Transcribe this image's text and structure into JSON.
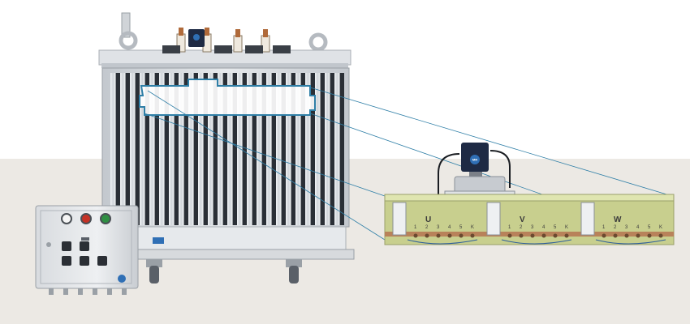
{
  "scene": {
    "description_free": true,
    "colors": {
      "wall": "#ffffff",
      "floor": "#ece9e4",
      "tank": "#d4d8dd",
      "fins": "#2a2f36",
      "fin_light": "#e8ebef",
      "callout_line": "#2f7fa7",
      "switch_board": "#c8cf8e",
      "busbar": "#b8825a",
      "motor_drive": "#1e2a44",
      "cabinet": "#e3e5e8",
      "brand_badge": "#2f6fb5"
    },
    "icons": {
      "cabinet_indicator_lamps": [
        "lamp-white-icon",
        "lamp-red-icon",
        "lamp-green-icon"
      ],
      "cabinet_selector_switches": [
        "selector-switch-icon",
        "selector-switch-icon",
        "selector-switch-icon",
        "selector-switch-icon",
        "selector-switch-icon",
        "selector-switch-icon"
      ],
      "drive_badge": "brand-badge-icon",
      "wheels": "caster-wheel-icon"
    }
  },
  "tap_changer": {
    "phases": [
      {
        "label": "U",
        "taps": [
          "1",
          "2",
          "3",
          "4",
          "5",
          "K"
        ]
      },
      {
        "label": "V",
        "taps": [
          "1",
          "2",
          "3",
          "4",
          "5",
          "K"
        ]
      },
      {
        "label": "W",
        "taps": [
          "1",
          "2",
          "3",
          "4",
          "5",
          "K"
        ]
      }
    ]
  }
}
